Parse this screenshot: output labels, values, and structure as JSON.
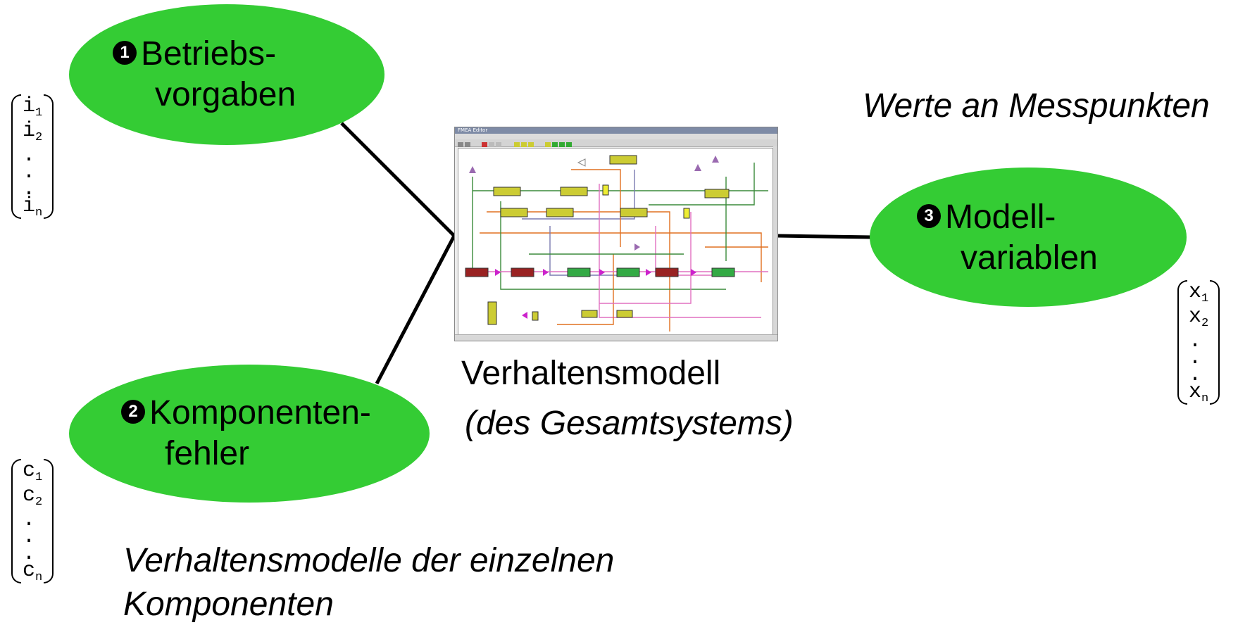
{
  "nodes": {
    "betriebsvorgaben": {
      "number": "1",
      "line1": "Betriebs-",
      "line2": "vorgaben"
    },
    "komponentenfehler": {
      "number": "2",
      "line1": "Komponenten-",
      "line2": "fehler"
    },
    "modellvariablen": {
      "number": "3",
      "line1": "Modell-",
      "line2": "variablen"
    }
  },
  "labels": {
    "werte": "Werte an Messpunkten",
    "verhaltensmodell": "Verhaltensmodell",
    "gesamtsystem": "(des Gesamtsystems)",
    "einzelne_line1": "Verhaltensmodelle der einzelnen",
    "einzelne_line2": "Komponenten"
  },
  "vectors": {
    "i": {
      "var": "i",
      "rows": [
        {
          "v": "i",
          "sub": "1"
        },
        {
          "v": "i",
          "sub": "2"
        },
        {
          "v": ".",
          "sub": ""
        },
        {
          "v": ".",
          "sub": ""
        },
        {
          "v": ".",
          "sub": ""
        },
        {
          "v": "i",
          "sub": "n"
        }
      ]
    },
    "c": {
      "var": "c",
      "rows": [
        {
          "v": "c",
          "sub": "1"
        },
        {
          "v": "c",
          "sub": "2"
        },
        {
          "v": ".",
          "sub": ""
        },
        {
          "v": ".",
          "sub": ""
        },
        {
          "v": ".",
          "sub": ""
        },
        {
          "v": "c",
          "sub": "n"
        }
      ]
    },
    "x": {
      "var": "x",
      "rows": [
        {
          "v": "x",
          "sub": "1"
        },
        {
          "v": "x",
          "sub": "2"
        },
        {
          "v": ".",
          "sub": ""
        },
        {
          "v": ".",
          "sub": ""
        },
        {
          "v": ".",
          "sub": ""
        },
        {
          "v": "x",
          "sub": "n"
        }
      ]
    }
  },
  "screenshot": {
    "window_title": "FMEA Editor"
  },
  "colors": {
    "ellipse": "#34cc34",
    "connector": "#000000"
  }
}
